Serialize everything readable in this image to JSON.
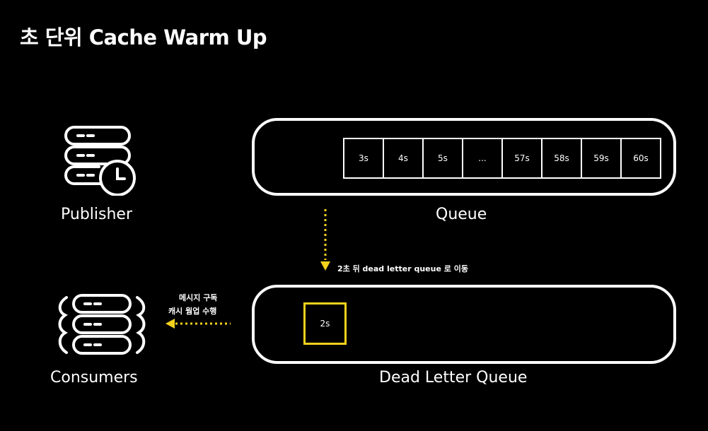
{
  "title": "초 단위 Cache Warm Up",
  "publisher": {
    "label": "Publisher",
    "icon": "server-clock-icon"
  },
  "consumers": {
    "label": "Consumers",
    "icon": "server-stack-icon"
  },
  "queue": {
    "label": "Queue",
    "slots": [
      "3s",
      "4s",
      "5s",
      "...",
      "57s",
      "58s",
      "59s",
      "60s"
    ]
  },
  "dead_letter_queue": {
    "label": "Dead Letter Queue",
    "slot": "2s"
  },
  "arrow_down_note": "2초 뒤 dead letter queue 로 이동",
  "consume_note": {
    "line1": "메시지 구독",
    "line2": "캐시 웜업 수행"
  },
  "colors": {
    "accent": "#f5d21c",
    "background": "#000000",
    "foreground": "#ffffff"
  }
}
